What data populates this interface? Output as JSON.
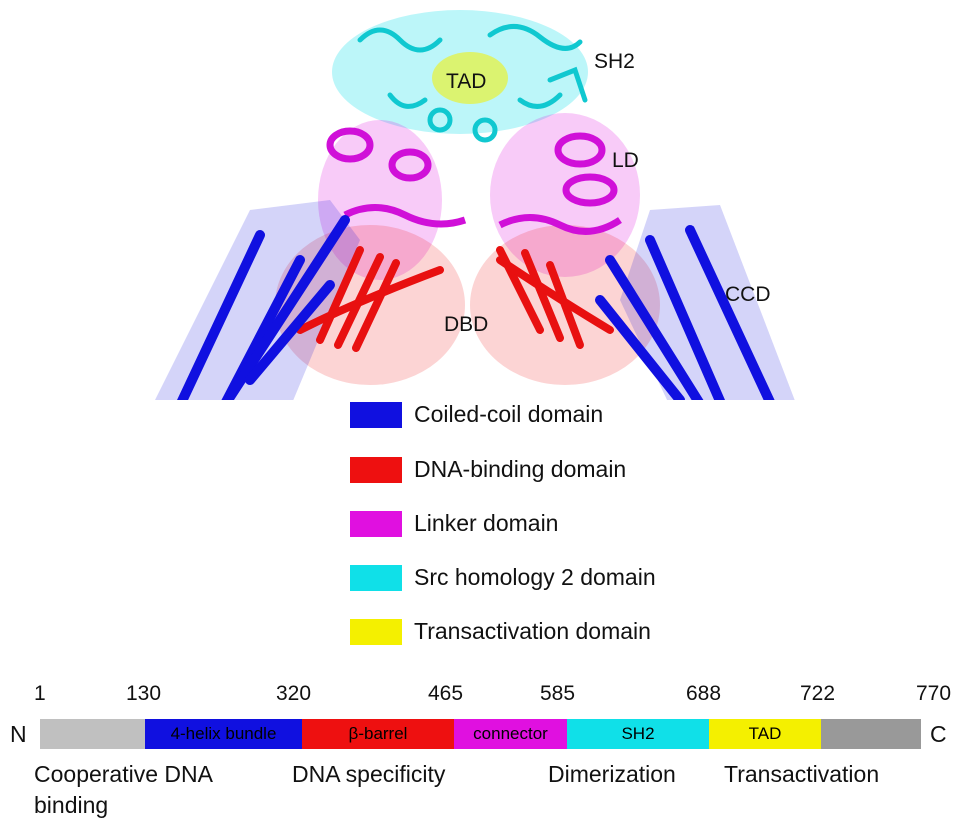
{
  "colors": {
    "coiled_coil": "#1010e0",
    "dna_binding": "#ee1010",
    "linker": "#e010e0",
    "sh2": "#10e0e8",
    "tad": "#f4f000",
    "terminal_n": "#c0c0c0",
    "terminal_c": "#999999"
  },
  "structure_labels": {
    "tad": "TAD",
    "sh2": "SH2",
    "ld": "LD",
    "ccd": "CCD",
    "dbd": "DBD"
  },
  "legend": [
    {
      "label": "Coiled-coil domain",
      "color": "#1010e0"
    },
    {
      "label": "DNA-binding domain",
      "color": "#ee1010"
    },
    {
      "label": "Linker domain",
      "color": "#e010e0"
    },
    {
      "label": "Src homology 2 domain",
      "color": "#10e0e8"
    },
    {
      "label": "Transactivation domain",
      "color": "#f4f000"
    }
  ],
  "domain_map": {
    "n_terminus": "N",
    "c_terminus": "C",
    "positions": [
      "1",
      "130",
      "320",
      "465",
      "585",
      "688",
      "722",
      "770"
    ],
    "segments": [
      {
        "start": 1,
        "end": 130,
        "label": "",
        "color": "#c0c0c0"
      },
      {
        "start": 130,
        "end": 320,
        "label": "4-helix bundle",
        "color": "#1010e0"
      },
      {
        "start": 320,
        "end": 465,
        "label": "β-barrel",
        "color": "#ee1010"
      },
      {
        "start": 465,
        "end": 585,
        "label": "connector",
        "color": "#e010e0"
      },
      {
        "start": 585,
        "end": 688,
        "label": "SH2",
        "color": "#10e0e8"
      },
      {
        "start": 688,
        "end": 722,
        "label": "TAD",
        "color": "#f4f000"
      },
      {
        "start": 722,
        "end": 770,
        "label": "",
        "color": "#999999"
      }
    ],
    "functions": {
      "cooperative": "Cooperative DNA",
      "cooperative_line2": "binding",
      "specificity": "DNA specificity",
      "dimerization": "Dimerization",
      "transactivation": "Transactivation"
    }
  }
}
